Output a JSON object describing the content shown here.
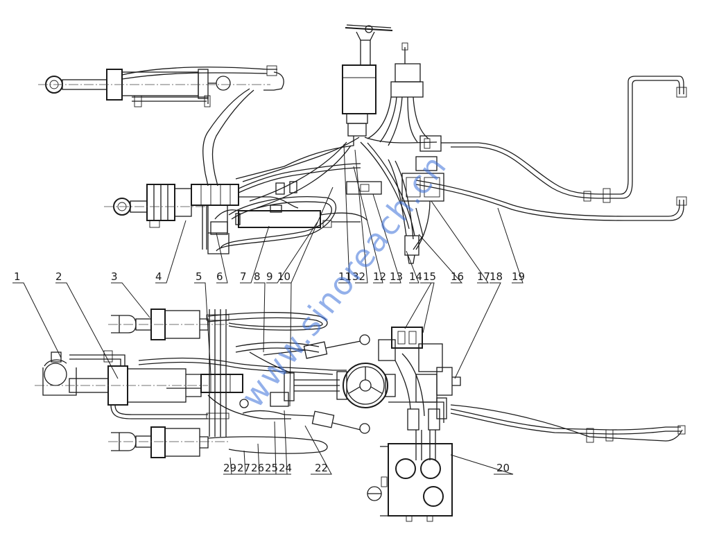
{
  "callouts": {
    "top": [
      "4",
      "6",
      "7",
      "9",
      "10",
      "11",
      "32",
      "12",
      "13",
      "14",
      "15",
      "16",
      "17",
      "18",
      "19"
    ],
    "left": [
      "1",
      "2",
      "3",
      "5",
      "8"
    ],
    "bottom": [
      "29",
      "27",
      "26",
      "25",
      "24",
      "22",
      "20"
    ]
  },
  "watermark": "www.sinoreach.cn",
  "colors": {
    "line": "#1a1a1a",
    "watermark": "#3b6fd8",
    "background": "#ffffff"
  }
}
